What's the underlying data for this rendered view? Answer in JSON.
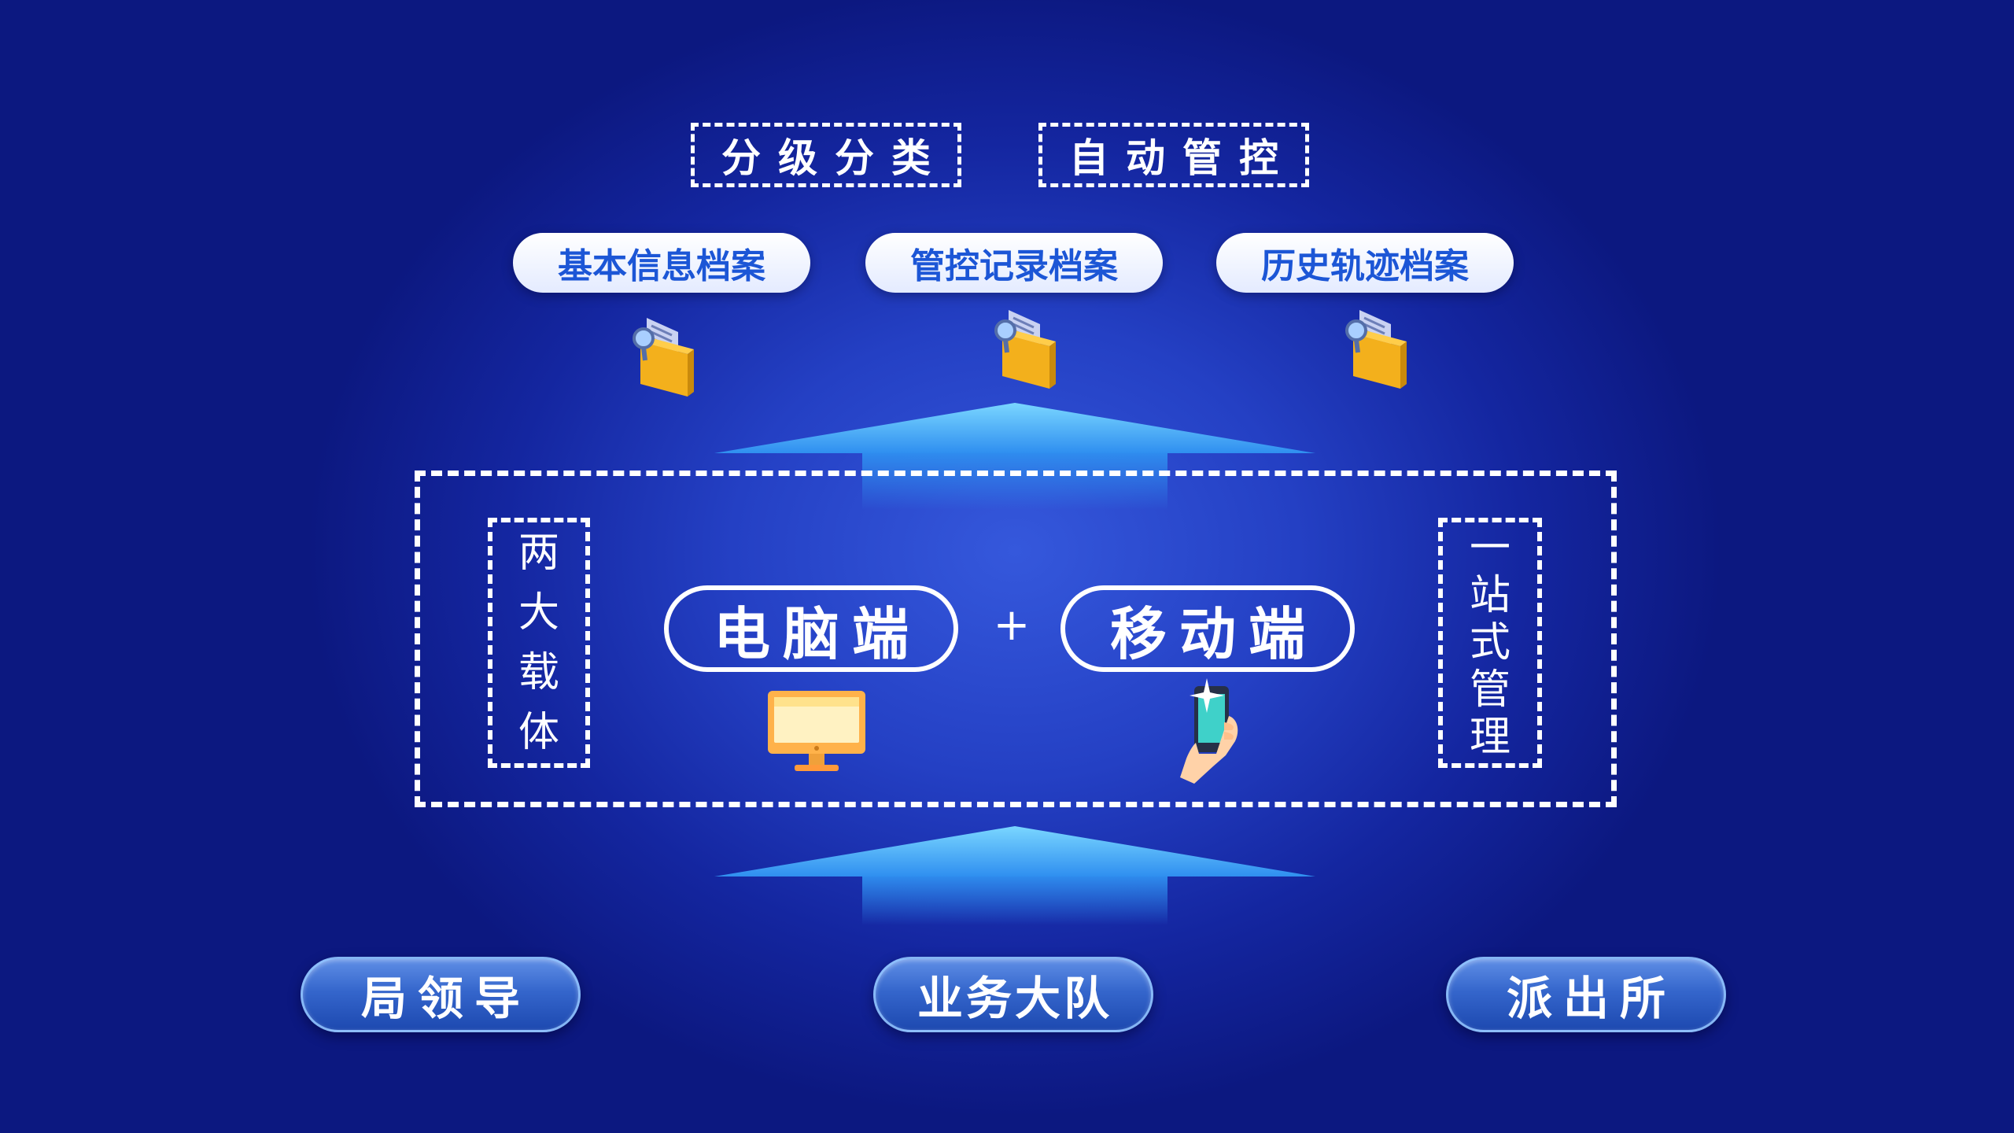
{
  "top_tags": {
    "classification": "分级分类",
    "auto_control": "自动管控"
  },
  "archives": {
    "basic_info": "基本信息档案",
    "control_record": "管控记录档案",
    "history_track": "历史轨迹档案"
  },
  "carriers": {
    "left_label": [
      "两",
      "大",
      "载",
      "体"
    ],
    "right_label": [
      "一",
      "站",
      "式",
      "管",
      "理"
    ],
    "pc": "电脑端",
    "plus": "+",
    "mobile": "移动端"
  },
  "roles": {
    "bureau_leader": "局领导",
    "business_team": "业务大队",
    "police_station": "派出所"
  },
  "icons": [
    "folder-document-icon",
    "computer-monitor-icon",
    "mobile-phone-hand-icon"
  ],
  "colors": {
    "background": "#1b2fae",
    "pill_text": "#1c56d6",
    "arrow": "#5ec8ff",
    "folder": "#f3b01c"
  }
}
